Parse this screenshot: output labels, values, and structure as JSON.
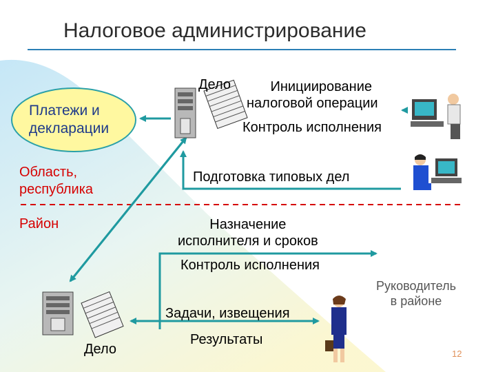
{
  "title": "Налоговое администрирование",
  "ellipse_text": [
    "Платежи и",
    "декларации"
  ],
  "region_upper": [
    "Область,",
    "республика"
  ],
  "region_lower": "Район",
  "delo_top": "Дело",
  "delo_bottom": "Дело",
  "initiation": [
    "Инициирование",
    "налоговой операции"
  ],
  "control_top": "Контроль исполнения",
  "prep": "Подготовка типовых дел",
  "assign": [
    "Назначение",
    "исполнителя и сроков"
  ],
  "control_bottom": "Контроль исполнения",
  "manager": [
    "Руководитель",
    "в районе"
  ],
  "tasks": "Задачи, извещения",
  "results": "Результаты",
  "page_number": "12",
  "colors": {
    "arrow": "#1f9aa0",
    "accent_red": "#d60000",
    "dash": "#d60000",
    "ellipse_fill": "#fff8a0"
  }
}
